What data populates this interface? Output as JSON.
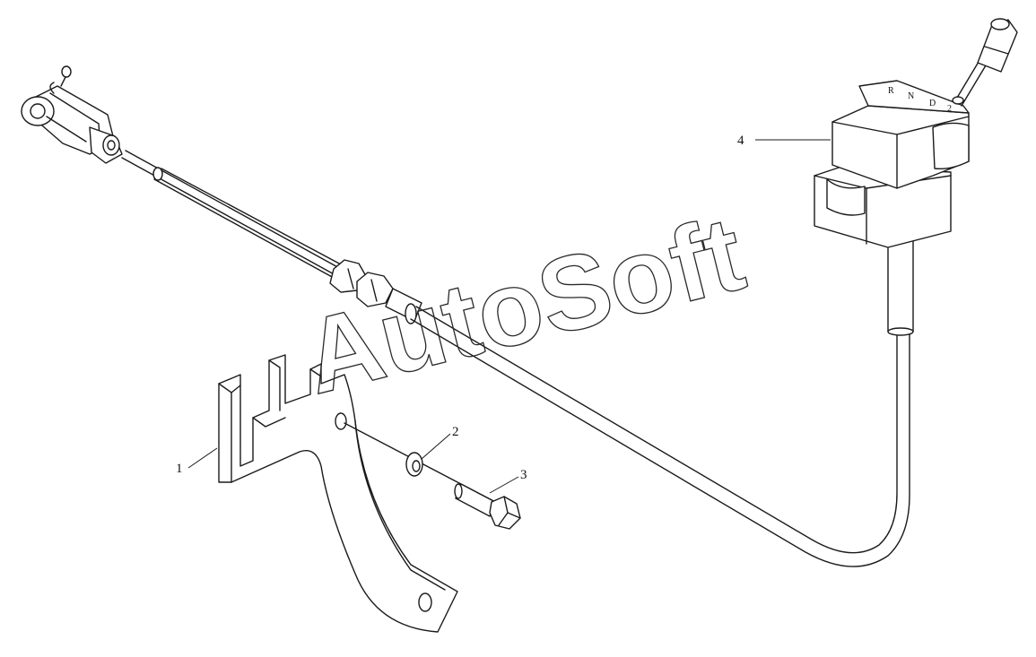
{
  "watermark": "AutoSoft",
  "callouts": [
    {
      "id": "1",
      "label": "1"
    },
    {
      "id": "2",
      "label": "2"
    },
    {
      "id": "3",
      "label": "3"
    },
    {
      "id": "4",
      "label": "4"
    }
  ],
  "shifter_markings": [
    "R",
    "N",
    "D",
    "2"
  ],
  "colors": {
    "line": "#1a1a1a",
    "background": "#ffffff"
  }
}
